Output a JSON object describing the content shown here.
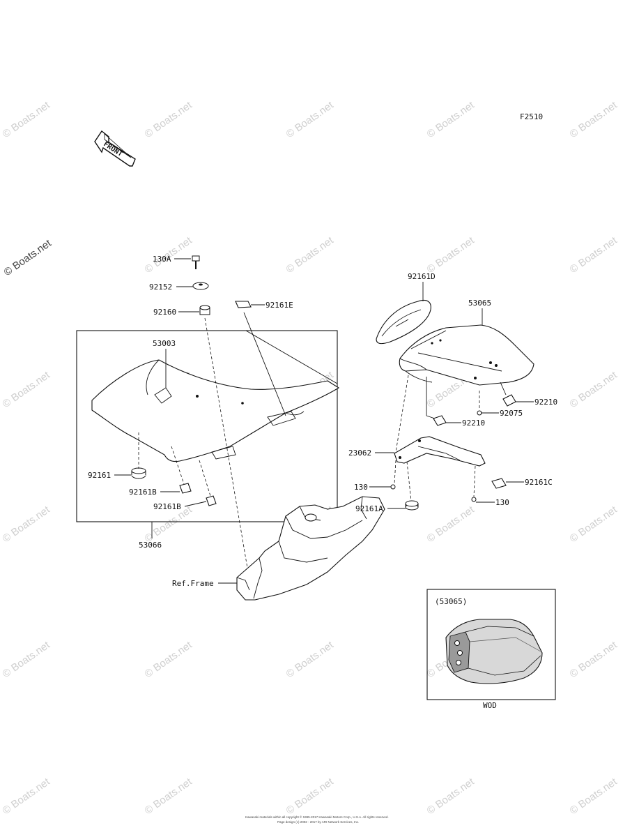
{
  "figure_code": "F2510",
  "front_arrow": {
    "text": "FRONT"
  },
  "watermark": {
    "text": "© Boats.net"
  },
  "labels": {
    "l_130A": "130A",
    "l_92152": "92152",
    "l_92160": "92160",
    "l_92161E": "92161E",
    "l_53003": "53003",
    "l_92161": "92161",
    "l_92161B_1": "92161B",
    "l_92161B_2": "92161B",
    "l_53066": "53066",
    "l_ref_frame": "Ref.Frame",
    "l_92161D": "92161D",
    "l_53065": "53065",
    "l_92210_1": "92210",
    "l_92075": "92075",
    "l_92210_2": "92210",
    "l_23062": "23062",
    "l_130_1": "130",
    "l_92161C": "92161C",
    "l_92161A": "92161A",
    "l_130_2": "130"
  },
  "inset": {
    "title": "(53065)",
    "caption": "WOD"
  },
  "footer": {
    "line1": "Kawasaki materials within all copyright © 1995-2017 Kawasaki Motors Corp., U.S.A. All rights reserved.",
    "line2": "Page design (c) 2002 - 2017 by ARI Network Services, Inc."
  }
}
